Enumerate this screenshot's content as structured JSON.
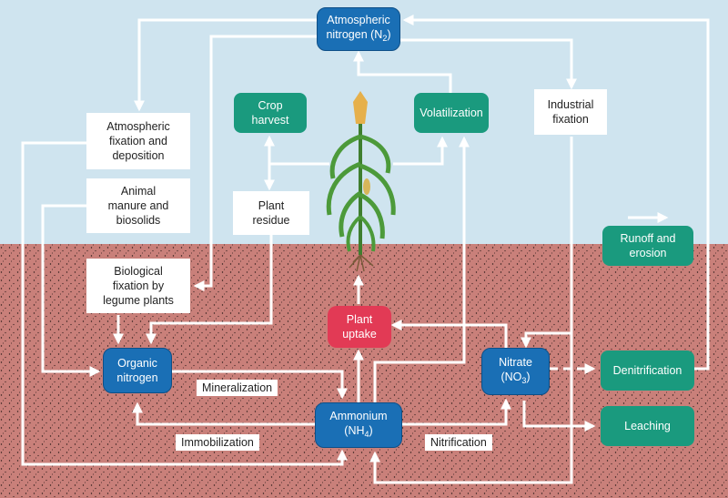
{
  "colors": {
    "sky": "#cfe4ef",
    "soil": "#c9807a",
    "blue_box": "#1a6fb5",
    "teal_box": "#1a9a7e",
    "red_box": "#e23a55",
    "arrow": "#ffffff"
  },
  "nodes": {
    "atmospheric_nitrogen": {
      "line1": "Atmospheric",
      "line2": "nitrogen (N",
      "sub": "2",
      "close": ")"
    },
    "crop_harvest": {
      "line1": "Crop",
      "line2": "harvest"
    },
    "volatilization": {
      "text": "Volatilization"
    },
    "industrial_fixation": {
      "line1": "Industrial",
      "line2": "fixation"
    },
    "atmospheric_fixation": {
      "line1": "Atmospheric",
      "line2": "fixation and",
      "line3": "deposition"
    },
    "animal_manure": {
      "line1": "Animal",
      "line2": "manure and",
      "line3": "biosolids"
    },
    "plant_residue": {
      "line1": "Plant",
      "line2": "residue"
    },
    "runoff_erosion": {
      "line1": "Runoff and",
      "line2": "erosion"
    },
    "biological_fixation": {
      "line1": "Biological",
      "line2": "fixation by",
      "line3": "legume plants"
    },
    "plant_uptake": {
      "line1": "Plant",
      "line2": "uptake"
    },
    "organic_nitrogen": {
      "line1": "Organic",
      "line2": "nitrogen"
    },
    "nitrate": {
      "line1": "Nitrate",
      "line2": "(NO",
      "sub": "3",
      "close": ")"
    },
    "denitrification": {
      "text": "Denitrification"
    },
    "ammonium": {
      "line1": "Ammonium",
      "line2": "(NH",
      "sub": "4",
      "close": ")"
    },
    "leaching": {
      "text": "Leaching"
    }
  },
  "process_labels": {
    "mineralization": "Mineralization",
    "immobilization": "Immobilization",
    "nitrification": "Nitrification"
  }
}
